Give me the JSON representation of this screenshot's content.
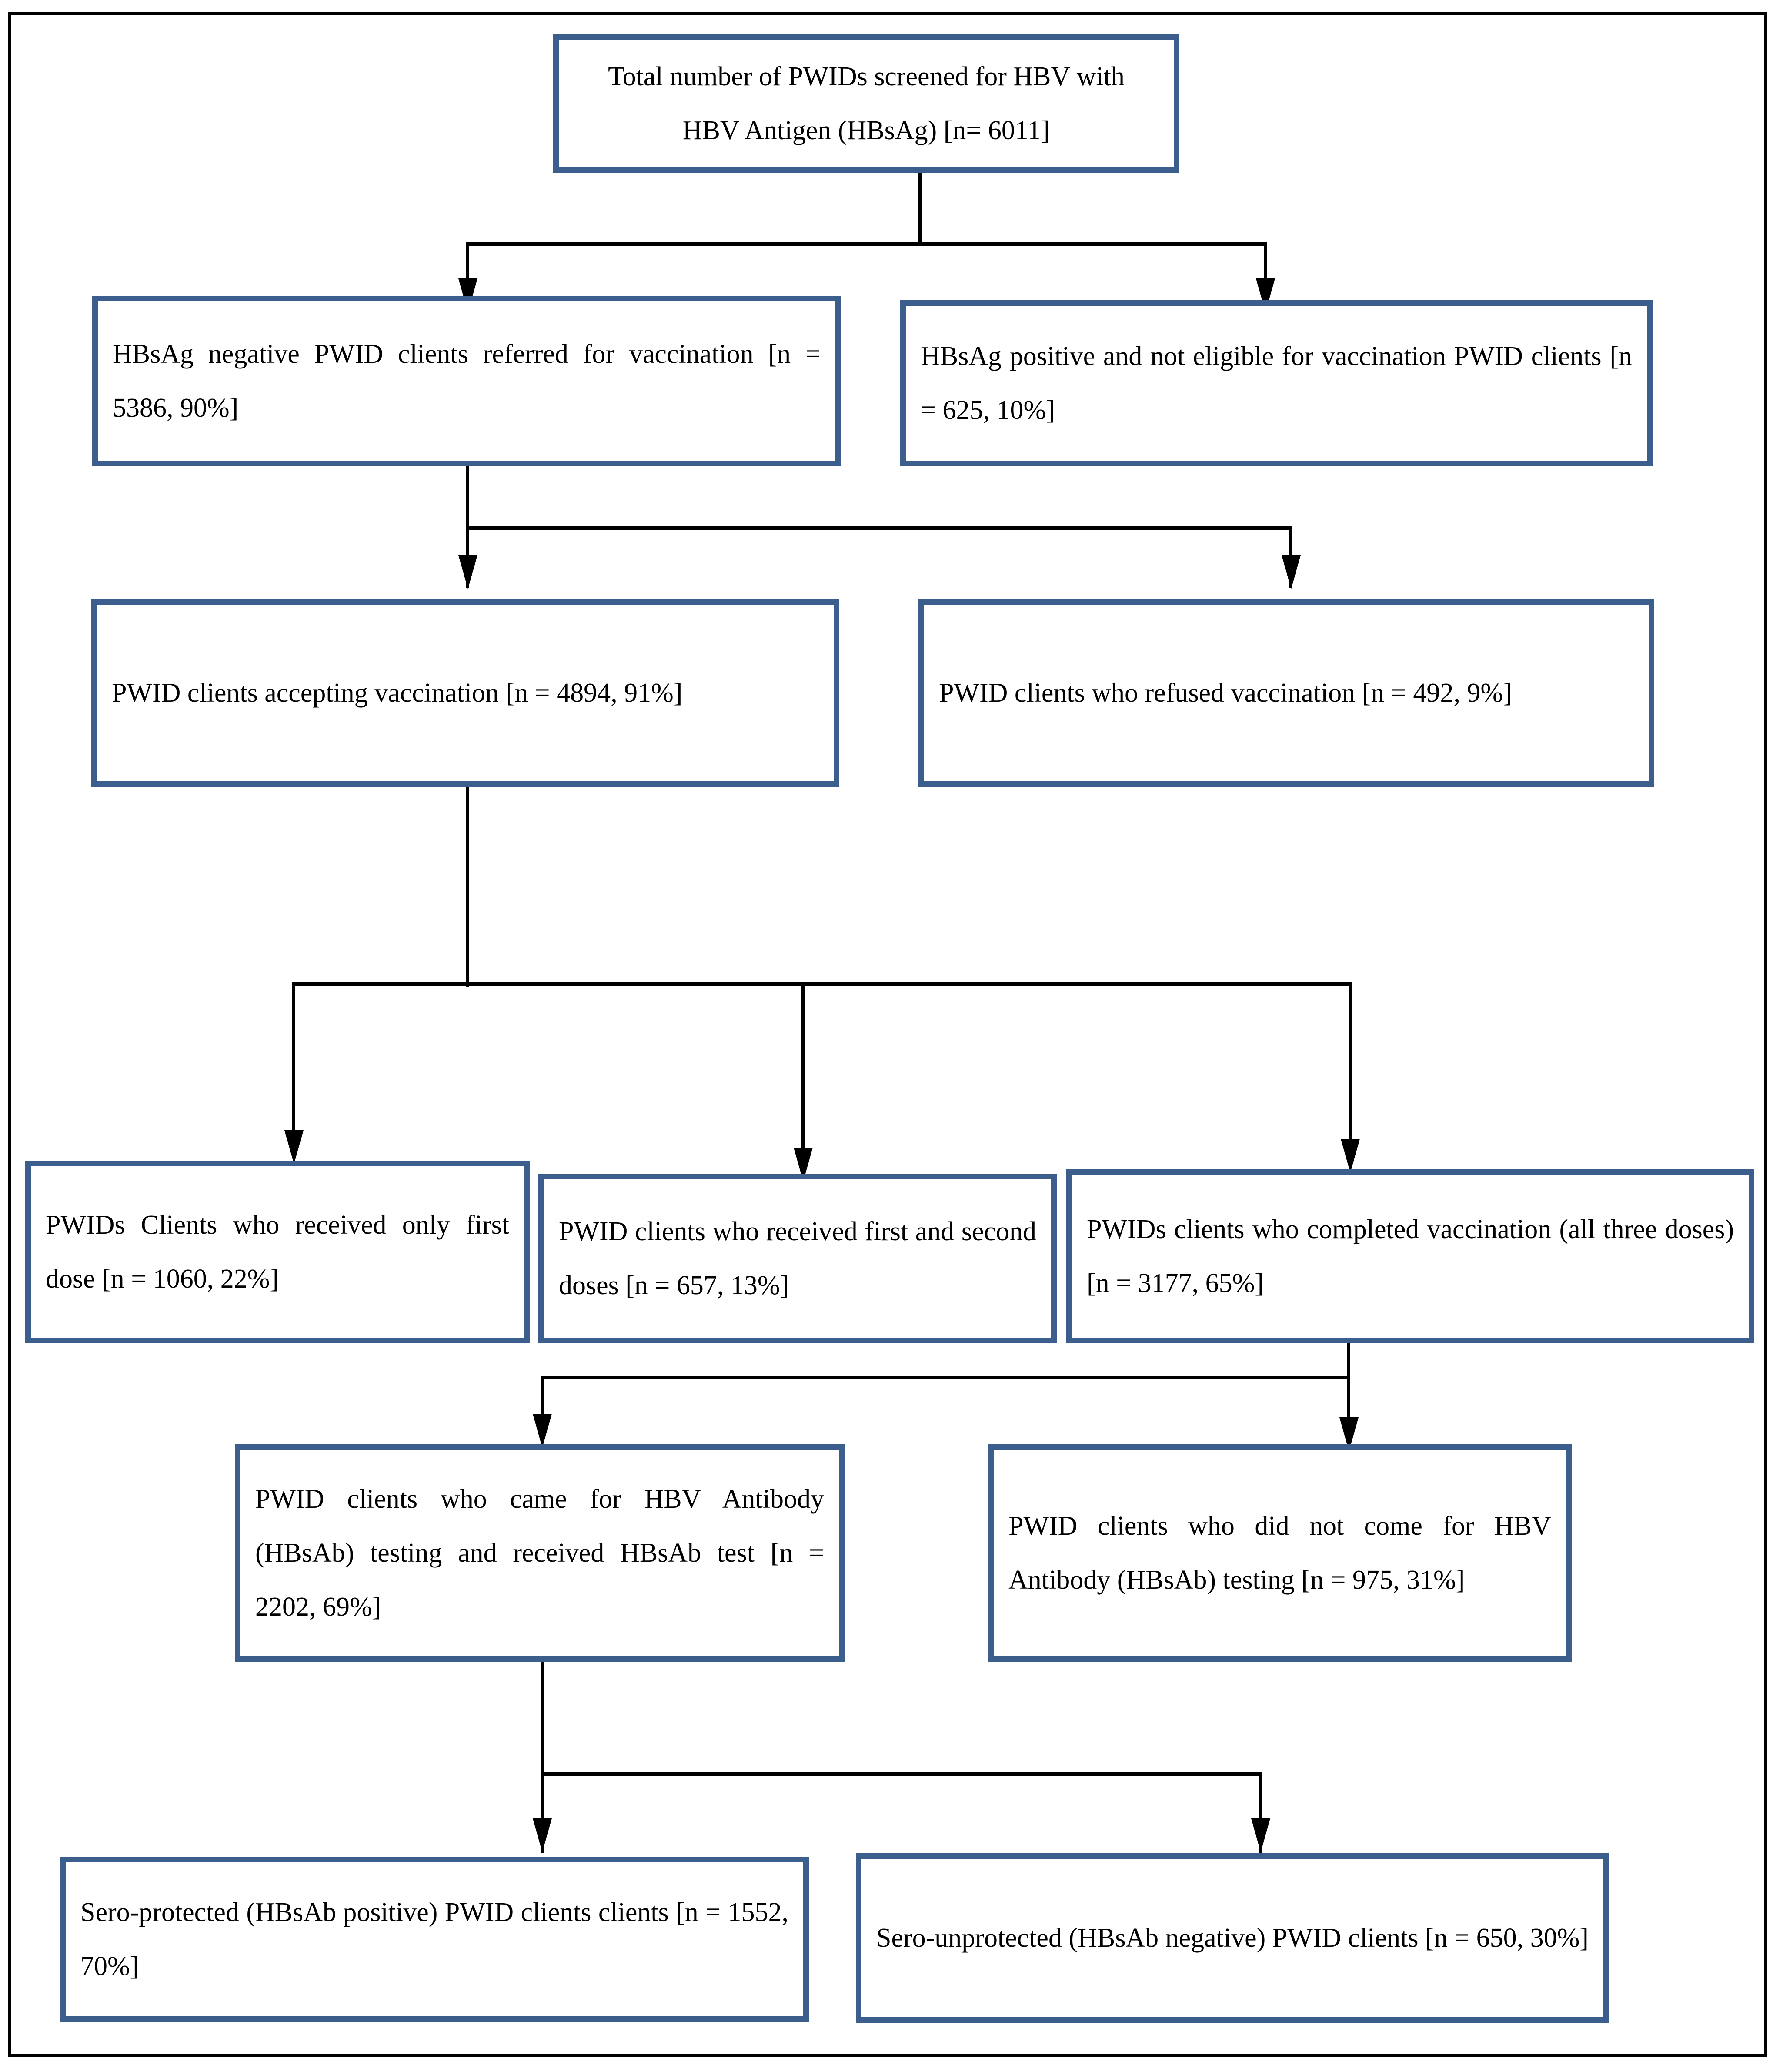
{
  "diagram": {
    "title": "HBV screening and vaccination cascade flowchart for PWID clients",
    "type": "flowchart",
    "colors": {
      "box_border": "#3b5e8c",
      "box_fill": "#ffffff",
      "connector": "#000000",
      "outer_frame": "#000000"
    },
    "nodes": [
      {
        "id": "screened",
        "label": "Total number of PWIDs screened for HBV with HBV Antigen (HBsAg) [n= 6011]",
        "line1": "Total number of PWIDs screened for HBV with",
        "line2": "HBV Antigen (HBsAg) [n= 6011]",
        "n": 6011,
        "percent": null
      },
      {
        "id": "hbsag-negative",
        "label": "HBsAg negative PWID clients referred for vaccination [n = 5386, 90%]",
        "n": 5386,
        "percent": 90
      },
      {
        "id": "hbsag-positive",
        "label": "HBsAg positive and not eligible for vaccination PWID clients [n = 625, 10%]",
        "n": 625,
        "percent": 10
      },
      {
        "id": "accepting-vaccination",
        "label": "PWID clients accepting vaccination [n = 4894, 91%]",
        "n": 4894,
        "percent": 91
      },
      {
        "id": "refused-vaccination",
        "label": "PWID clients who refused vaccination [n = 492, 9%]",
        "n": 492,
        "percent": 9
      },
      {
        "id": "first-dose-only",
        "label": "PWIDs Clients who received only first dose [n = 1060, 22%]",
        "n": 1060,
        "percent": 22
      },
      {
        "id": "first-and-second-dose",
        "label": "PWID clients who received first and second doses [n = 657, 13%]",
        "n": 657,
        "percent": 13
      },
      {
        "id": "completed-vaccination",
        "label": "PWIDs clients who completed vaccination (all three doses) [n = 3177, 65%]",
        "n": 3177,
        "percent": 65
      },
      {
        "id": "came-for-hbsab-testing",
        "label": "PWID clients who came for HBV Antibody (HBsAb) testing and received HBsAb test [n = 2202, 69%]",
        "n": 2202,
        "percent": 69
      },
      {
        "id": "did-not-come-for-hbsab-testing",
        "label": "PWID clients who did not come for HBV Antibody (HBsAb) testing [n = 975, 31%]",
        "n": 975,
        "percent": 31
      },
      {
        "id": "sero-protected",
        "label": "Sero-protected (HBsAb positive) PWID clients clients [n = 1552, 70%]",
        "n": 1552,
        "percent": 70
      },
      {
        "id": "sero-unprotected",
        "label": "Sero-unprotected (HBsAb negative) PWID clients [n = 650, 30%]",
        "n": 650,
        "percent": 30
      }
    ],
    "edges": [
      {
        "from": "screened",
        "to": "hbsag-negative"
      },
      {
        "from": "screened",
        "to": "hbsag-positive"
      },
      {
        "from": "hbsag-negative",
        "to": "accepting-vaccination"
      },
      {
        "from": "hbsag-negative",
        "to": "refused-vaccination"
      },
      {
        "from": "accepting-vaccination",
        "to": "first-dose-only"
      },
      {
        "from": "accepting-vaccination",
        "to": "first-and-second-dose"
      },
      {
        "from": "accepting-vaccination",
        "to": "completed-vaccination"
      },
      {
        "from": "completed-vaccination",
        "to": "came-for-hbsab-testing"
      },
      {
        "from": "completed-vaccination",
        "to": "did-not-come-for-hbsab-testing"
      },
      {
        "from": "came-for-hbsab-testing",
        "to": "sero-protected"
      },
      {
        "from": "came-for-hbsab-testing",
        "to": "sero-unprotected"
      }
    ]
  }
}
